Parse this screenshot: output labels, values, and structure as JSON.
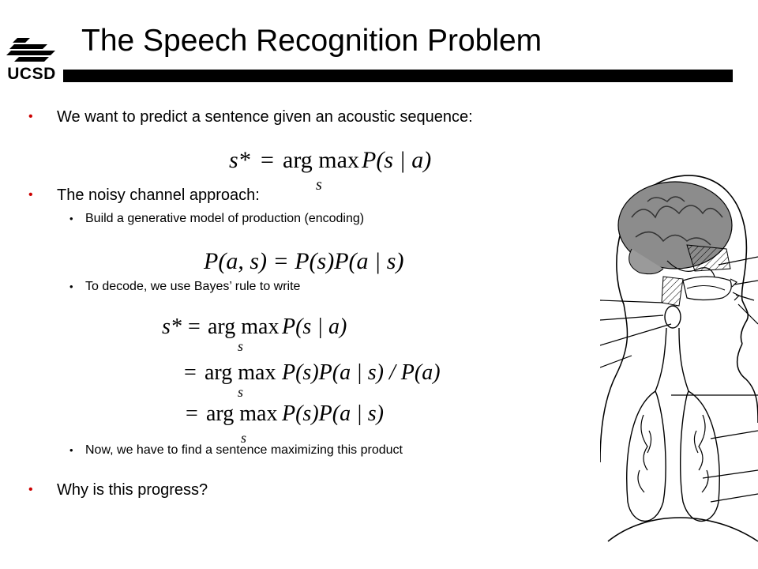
{
  "logo": {
    "text": "UCSD"
  },
  "title": "The Speech Recognition Problem",
  "bullets": {
    "b1": "We want to predict a sentence given an acoustic sequence:",
    "b2": "The noisy channel approach:",
    "b2_sub1": "Build a generative model of production (encoding)",
    "b2_sub2": "To decode, we use Bayes’ rule to write",
    "b2_sub3": "Now, we have to find a sentence maximizing this product",
    "b3": "Why is this progress?"
  },
  "equations": {
    "eq1": {
      "lhs": "s*",
      "op": "=",
      "argmax": "arg max",
      "sub": "s",
      "rhs": "P(s | a)"
    },
    "eq2": {
      "text": "P(a, s) = P(s)P(a | s)"
    },
    "eq3": {
      "line1": {
        "lhs": "s*",
        "op": "=",
        "argmax": "arg max",
        "sub": "s",
        "rhs": "P(s | a)"
      },
      "line2": {
        "op": "=",
        "argmax": "arg max",
        "sub": "s",
        "rhs": "P(s)P(a | s) / P(a)"
      },
      "line3": {
        "op": "=",
        "argmax": "arg max",
        "sub": "s",
        "rhs": "P(s)P(a | s)"
      }
    }
  },
  "colors": {
    "bullet_primary": "#cc0000",
    "title_bar": "#000000",
    "brain": "#888888"
  }
}
